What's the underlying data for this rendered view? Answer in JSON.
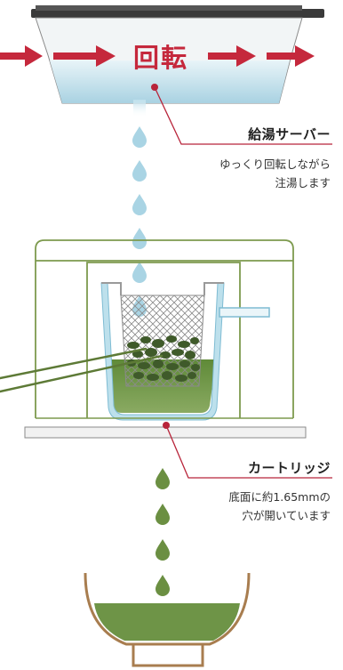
{
  "server": {
    "rotation_label": "回転",
    "title": "給湯サーバー",
    "desc_line1": "ゆっくり回転しながら",
    "desc_line2": "注湯します"
  },
  "cartridge": {
    "title": "カートリッジ",
    "desc_line1": "底面に約1.65mmの",
    "desc_line2": "穴が開いています"
  },
  "colors": {
    "arrow": "#c5283c",
    "leader_line": "#b8243a",
    "water": "#a9d4e4",
    "tea": "#6b8f42",
    "frame": "#7d9a4e",
    "cup": "#a87d4f"
  }
}
